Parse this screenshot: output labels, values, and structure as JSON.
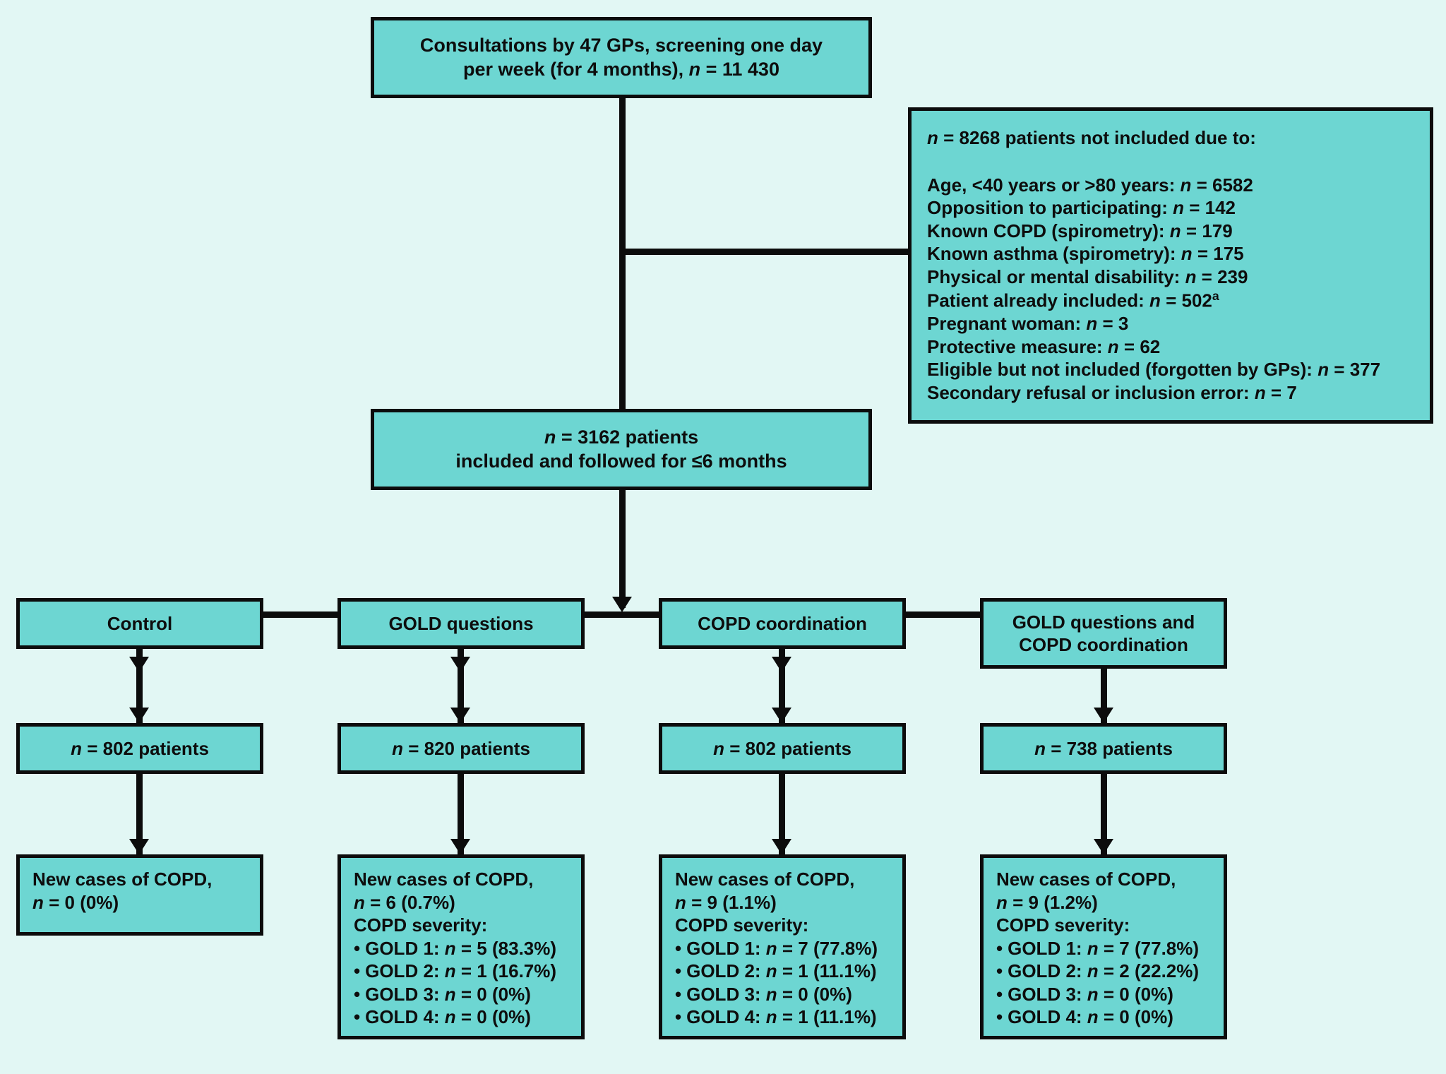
{
  "colors": {
    "background": "#e2f7f4",
    "box_fill": "#6dd6d2",
    "stroke": "#0c0c0c",
    "text": "#0d0d0d"
  },
  "chart_data": {
    "type": "diagram",
    "title": "CONSORT-style patient flow diagram for COPD screening in general practice",
    "nodes": {
      "consultations": {
        "label": "Consultations by 47 GPs, screening one day per week (for 4 months), n = 11 430",
        "value": 11430
      },
      "excluded": {
        "label": "n = 8268 patients not included due to:",
        "value": 8268
      },
      "included": {
        "label": "n = 3162 patients included and followed for ≤6 months",
        "value": 3162
      }
    },
    "exclusion_reasons": [
      {
        "reason": "Age, <40 years or >80 years",
        "n": 6582
      },
      {
        "reason": "Opposition to participating",
        "n": 142
      },
      {
        "reason": "Known COPD (spirometry)",
        "n": 179
      },
      {
        "reason": "Known asthma (spirometry)",
        "n": 175
      },
      {
        "reason": "Physical or mental disability",
        "n": 239
      },
      {
        "reason": "Patient already included",
        "n": 502
      },
      {
        "reason": "Pregnant woman",
        "n": 3
      },
      {
        "reason": "Protective measure",
        "n": 62
      },
      {
        "reason": "Eligible but not included (forgotten by GPs)",
        "n": 377
      },
      {
        "reason": "Secondary refusal or inclusion error",
        "n": 7
      }
    ],
    "arms": [
      {
        "name": "Control",
        "n": 802,
        "new_cases": 0,
        "new_cases_pct": 0.0,
        "severity": []
      },
      {
        "name": "GOLD questions",
        "n": 820,
        "new_cases": 6,
        "new_cases_pct": 0.7,
        "severity": [
          {
            "grade": "GOLD 1",
            "n": 5,
            "pct": 83.3
          },
          {
            "grade": "GOLD 2",
            "n": 1,
            "pct": 16.7
          },
          {
            "grade": "GOLD 3",
            "n": 0,
            "pct": 0.0
          },
          {
            "grade": "GOLD 4",
            "n": 0,
            "pct": 0.0
          }
        ]
      },
      {
        "name": "COPD coordination",
        "n": 802,
        "new_cases": 9,
        "new_cases_pct": 1.1,
        "severity": [
          {
            "grade": "GOLD 1",
            "n": 7,
            "pct": 77.8
          },
          {
            "grade": "GOLD 2",
            "n": 1,
            "pct": 11.1
          },
          {
            "grade": "GOLD 3",
            "n": 0,
            "pct": 0.0
          },
          {
            "grade": "GOLD 4",
            "n": 1,
            "pct": 11.1
          }
        ]
      },
      {
        "name": "GOLD questions and COPD coordination",
        "n": 738,
        "new_cases": 9,
        "new_cases_pct": 1.2,
        "severity": [
          {
            "grade": "GOLD 1",
            "n": 7,
            "pct": 77.8
          },
          {
            "grade": "GOLD 2",
            "n": 2,
            "pct": 22.2
          },
          {
            "grade": "GOLD 3",
            "n": 0,
            "pct": 0.0
          },
          {
            "grade": "GOLD 4",
            "n": 0,
            "pct": 0.0
          }
        ]
      }
    ]
  },
  "top_box": {
    "line1": "Consultations by 47 GPs, screening one day",
    "line2_a": "per week (for 4 months), ",
    "line2_n": "n",
    "line2_b": " = 11 430"
  },
  "exclusion_box": {
    "head_n": "n",
    "head_rest": " = 8268 patients not included due to:",
    "rows": [
      {
        "label": "Age, <40 years or >80 years: ",
        "n": "n",
        "value": " = 6582",
        "sup": ""
      },
      {
        "label": "Opposition to participating: ",
        "n": "n",
        "value": " = 142",
        "sup": ""
      },
      {
        "label": "Known COPD (spirometry): ",
        "n": "n",
        "value": " = 179",
        "sup": ""
      },
      {
        "label": "Known asthma (spirometry): ",
        "n": "n",
        "value": " = 175",
        "sup": ""
      },
      {
        "label": "Physical or mental disability: ",
        "n": "n",
        "value": " = 239",
        "sup": ""
      },
      {
        "label": "Patient already included: ",
        "n": "n",
        "value": " = 502",
        "sup": "a"
      },
      {
        "label": "Pregnant woman: ",
        "n": "n",
        "value": " = 3",
        "sup": ""
      },
      {
        "label": "Protective measure: ",
        "n": "n",
        "value": " = 62",
        "sup": ""
      },
      {
        "label": "Eligible but not included (forgotten by GPs): ",
        "n": "n",
        "value": " = 377",
        "sup": ""
      },
      {
        "label": "Secondary refusal or inclusion error: ",
        "n": "n",
        "value": " = 7",
        "sup": ""
      }
    ]
  },
  "included_box": {
    "line1_n": "n",
    "line1_rest": " = 3162 patients",
    "line2": "included and followed for ≤6 months"
  },
  "groups": [
    {
      "header_line1": "Control",
      "header_line2": "",
      "count_n": "n",
      "count_rest": " = 802 patients"
    },
    {
      "header_line1": "GOLD questions",
      "header_line2": "",
      "count_n": "n",
      "count_rest": " = 820 patients"
    },
    {
      "header_line1": "COPD coordination",
      "header_line2": "",
      "count_n": "n",
      "count_rest": " = 802 patients"
    },
    {
      "header_line1": "GOLD questions and",
      "header_line2": "COPD coordination",
      "count_n": "n",
      "count_rest": " = 738 patients"
    }
  ],
  "results": [
    {
      "title": "New cases of COPD,",
      "cases_n": "n",
      "cases_rest": " = 0 (0%)",
      "severity_label": "",
      "items": []
    },
    {
      "title": "New cases of COPD,",
      "cases_n": "n",
      "cases_rest": " = 6 (0.7%)",
      "severity_label": "COPD severity:",
      "items": [
        {
          "grade": "GOLD 1: ",
          "n": "n",
          "value": " = 5 (83.3%)"
        },
        {
          "grade": "GOLD 2: ",
          "n": "n",
          "value": " = 1 (16.7%)"
        },
        {
          "grade": "GOLD 3: ",
          "n": "n",
          "value": " = 0 (0%)"
        },
        {
          "grade": "GOLD 4: ",
          "n": "n",
          "value": " = 0 (0%)"
        }
      ]
    },
    {
      "title": "New cases of COPD,",
      "cases_n": "n",
      "cases_rest": " = 9 (1.1%)",
      "severity_label": "COPD severity:",
      "items": [
        {
          "grade": "GOLD 1: ",
          "n": "n",
          "value": " = 7 (77.8%)"
        },
        {
          "grade": "GOLD 2: ",
          "n": "n",
          "value": " = 1 (11.1%)"
        },
        {
          "grade": "GOLD 3: ",
          "n": "n",
          "value": " = 0 (0%)"
        },
        {
          "grade": "GOLD 4: ",
          "n": "n",
          "value": " = 1 (11.1%)"
        }
      ]
    },
    {
      "title": "New cases of COPD,",
      "cases_n": "n",
      "cases_rest": " = 9 (1.2%)",
      "severity_label": "COPD severity:",
      "items": [
        {
          "grade": "GOLD 1: ",
          "n": "n",
          "value": " = 7 (77.8%)"
        },
        {
          "grade": "GOLD 2: ",
          "n": "n",
          "value": " = 2 (22.2%)"
        },
        {
          "grade": "GOLD 3: ",
          "n": "n",
          "value": " = 0 (0%)"
        },
        {
          "grade": "GOLD 4: ",
          "n": "n",
          "value": " = 0 (0%)"
        }
      ]
    }
  ]
}
